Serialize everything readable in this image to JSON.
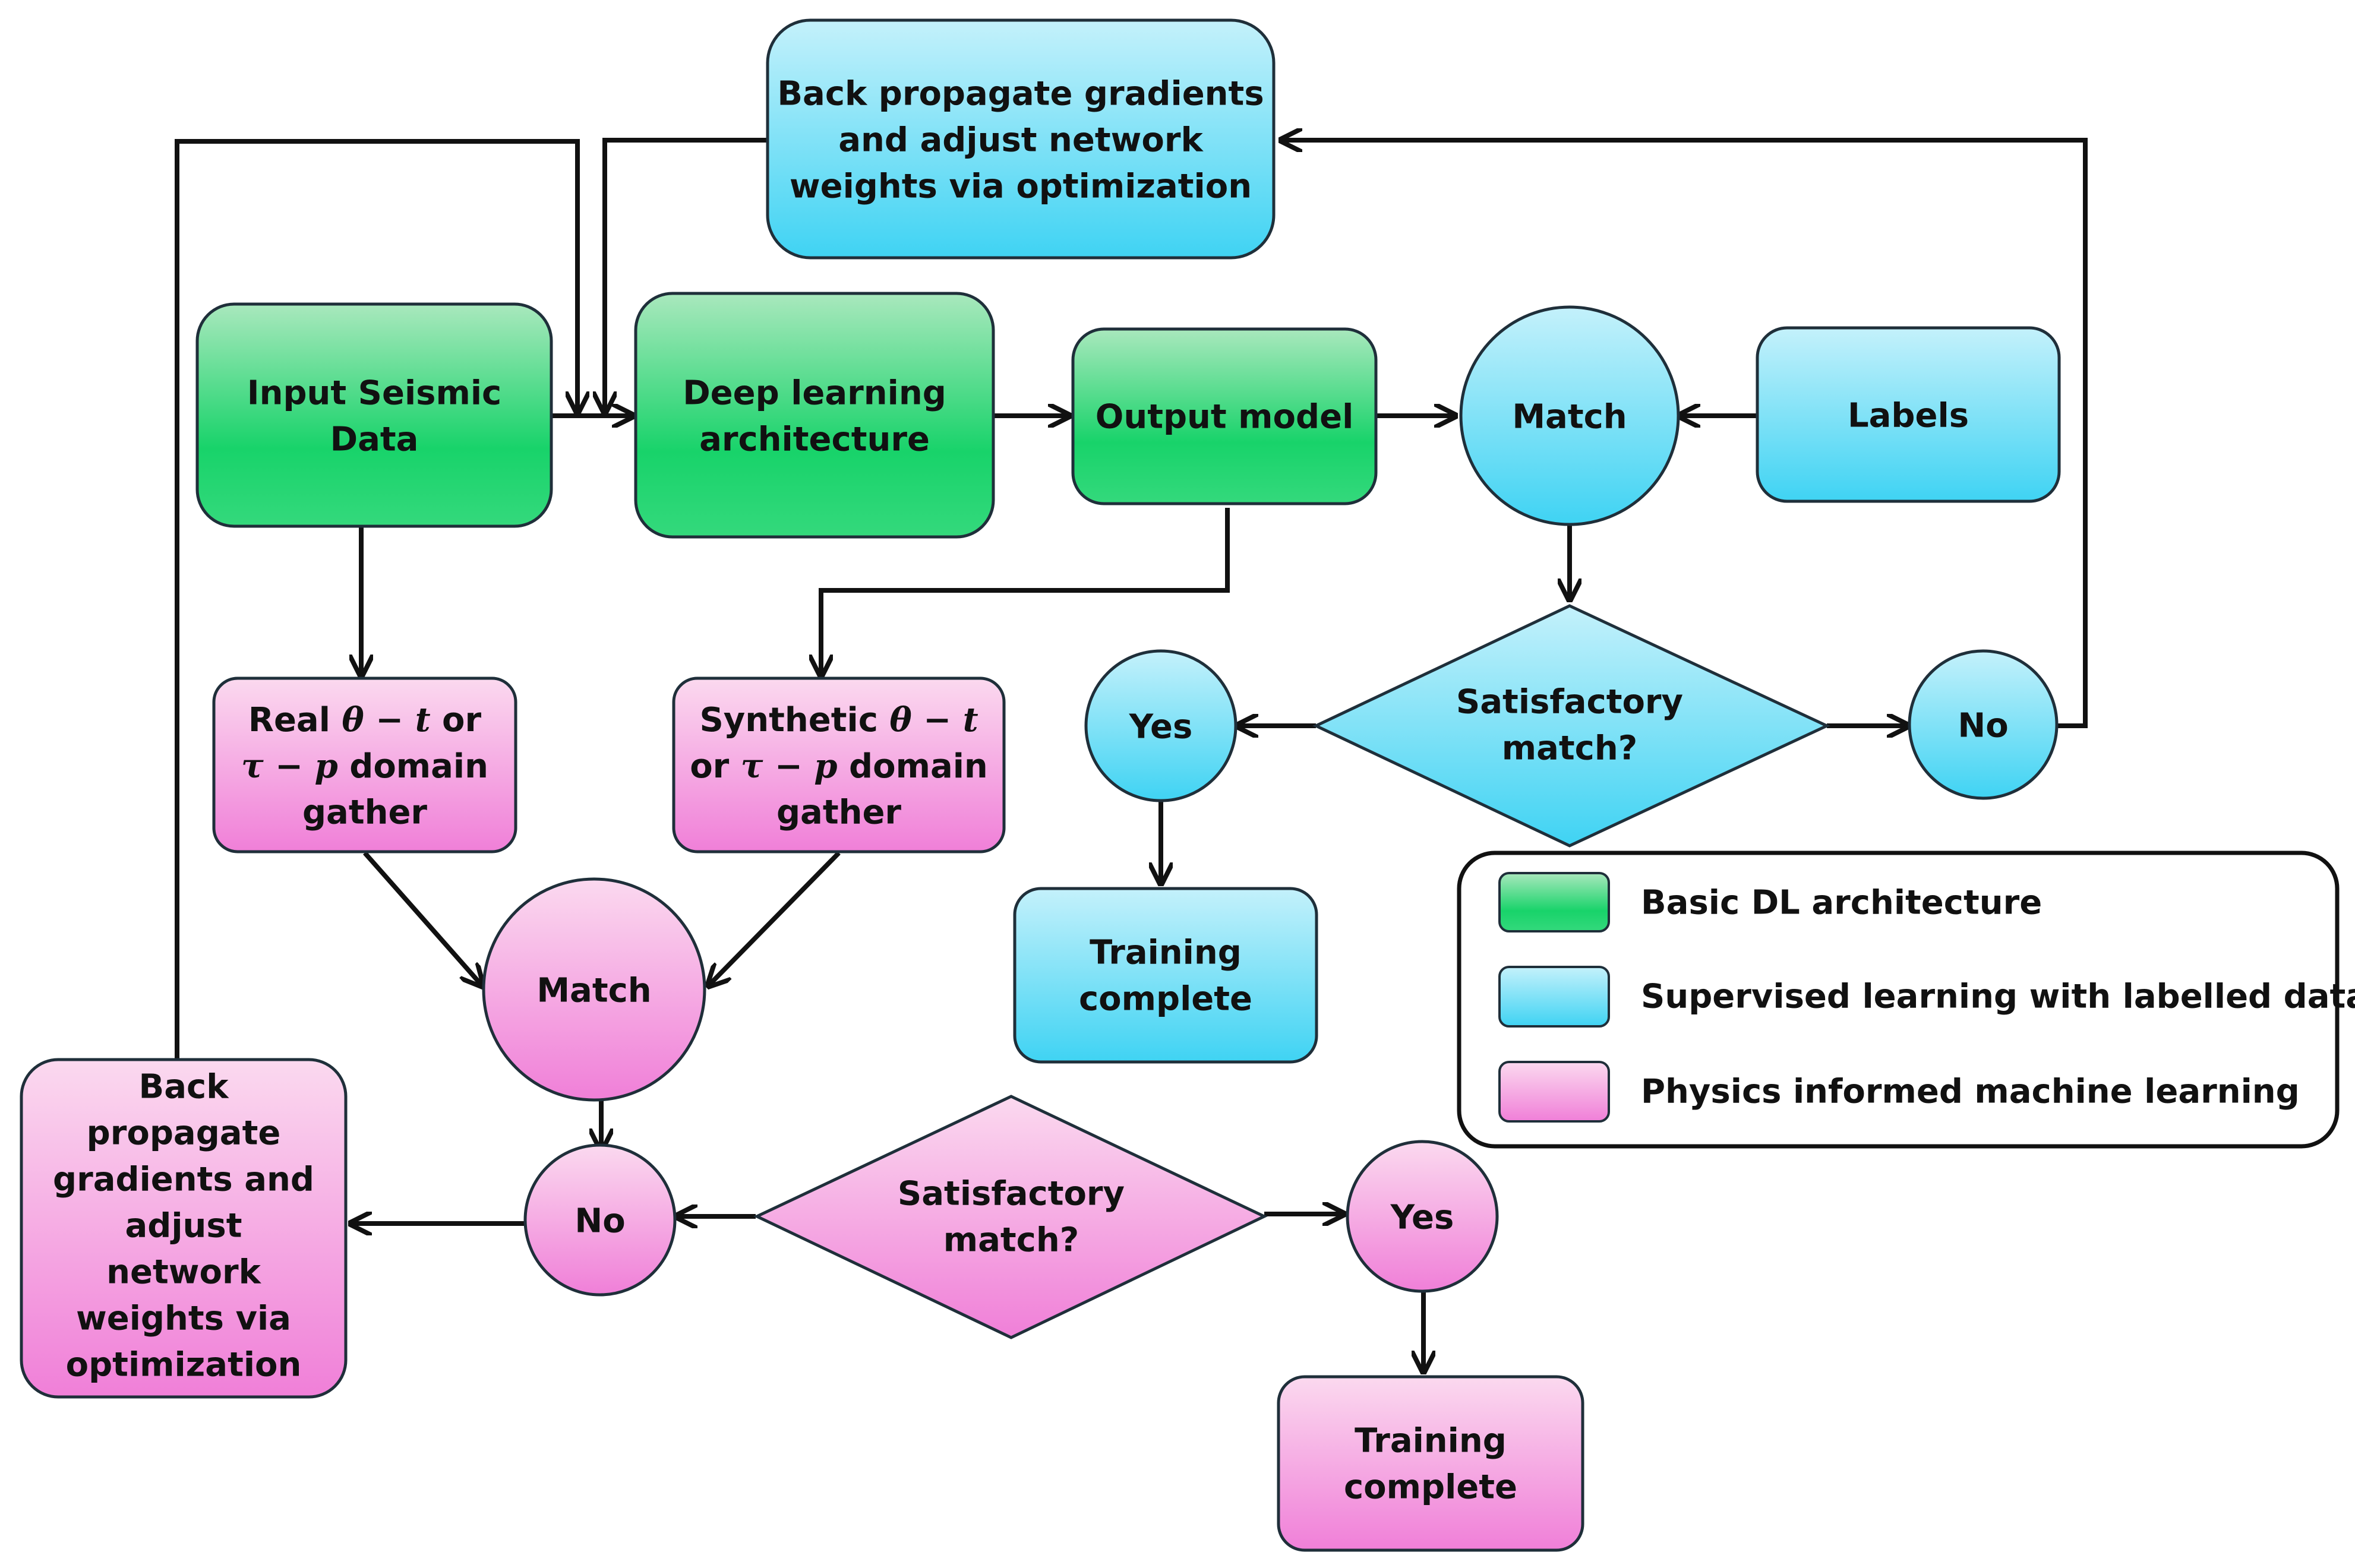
{
  "nodes": {
    "input_seismic": {
      "lines": [
        "Input Seismic",
        "Data"
      ]
    },
    "deep_learning": {
      "lines": [
        "Deep learning",
        "architecture"
      ]
    },
    "output_model": {
      "lines": [
        "Output model"
      ]
    },
    "match_top": {
      "lines": [
        "Match"
      ]
    },
    "labels": {
      "lines": [
        "Labels"
      ]
    },
    "backprop_top": {
      "lines": [
        "Back propagate gradients",
        "and adjust network",
        "weights via optimization"
      ]
    },
    "satisfactory_top": {
      "lines": [
        "Satisfactory",
        "match?"
      ]
    },
    "yes_top": {
      "lines": [
        "Yes"
      ]
    },
    "no_top": {
      "lines": [
        "No"
      ]
    },
    "training_complete_top": {
      "lines": [
        "Training",
        "complete"
      ]
    },
    "real_gather": {
      "line1_prefix": "Real ",
      "line1_math": "θ − t",
      "line1_suffix": " or",
      "line2_math": "τ − p",
      "line2_suffix": " domain",
      "line3": "gather"
    },
    "synthetic_gather": {
      "line1_prefix": "Synthetic ",
      "line1_math": "θ − t",
      "line2_prefix": "or ",
      "line2_math": "τ − p",
      "line2_suffix": " domain",
      "line3": "gather"
    },
    "match_bottom": {
      "lines": [
        "Match"
      ]
    },
    "no_bottom": {
      "lines": [
        "No"
      ]
    },
    "satisfactory_bottom": {
      "lines": [
        "Satisfactory",
        "match?"
      ]
    },
    "yes_bottom": {
      "lines": [
        "Yes"
      ]
    },
    "training_complete_bottom": {
      "lines": [
        "Training",
        "complete"
      ]
    },
    "backprop_bottom": {
      "lines": [
        "Back",
        "propagate",
        "gradients and",
        "adjust",
        "network",
        "weights via",
        "optimization"
      ]
    }
  },
  "legend": {
    "items": [
      {
        "label": "Basic DL architecture",
        "color": "green"
      },
      {
        "label": "Supervised learning with labelled data",
        "color": "blue"
      },
      {
        "label": "Physics informed machine learning",
        "color": "pink"
      }
    ]
  },
  "colors": {
    "green_top": "#a9e8bd",
    "green_bottom": "#18d36a",
    "blue_top": "#bff0fb",
    "blue_bottom": "#3fd3f3",
    "pink_top": "#fbd6ee",
    "pink_bottom": "#f07fd8",
    "edge": "#111111"
  }
}
